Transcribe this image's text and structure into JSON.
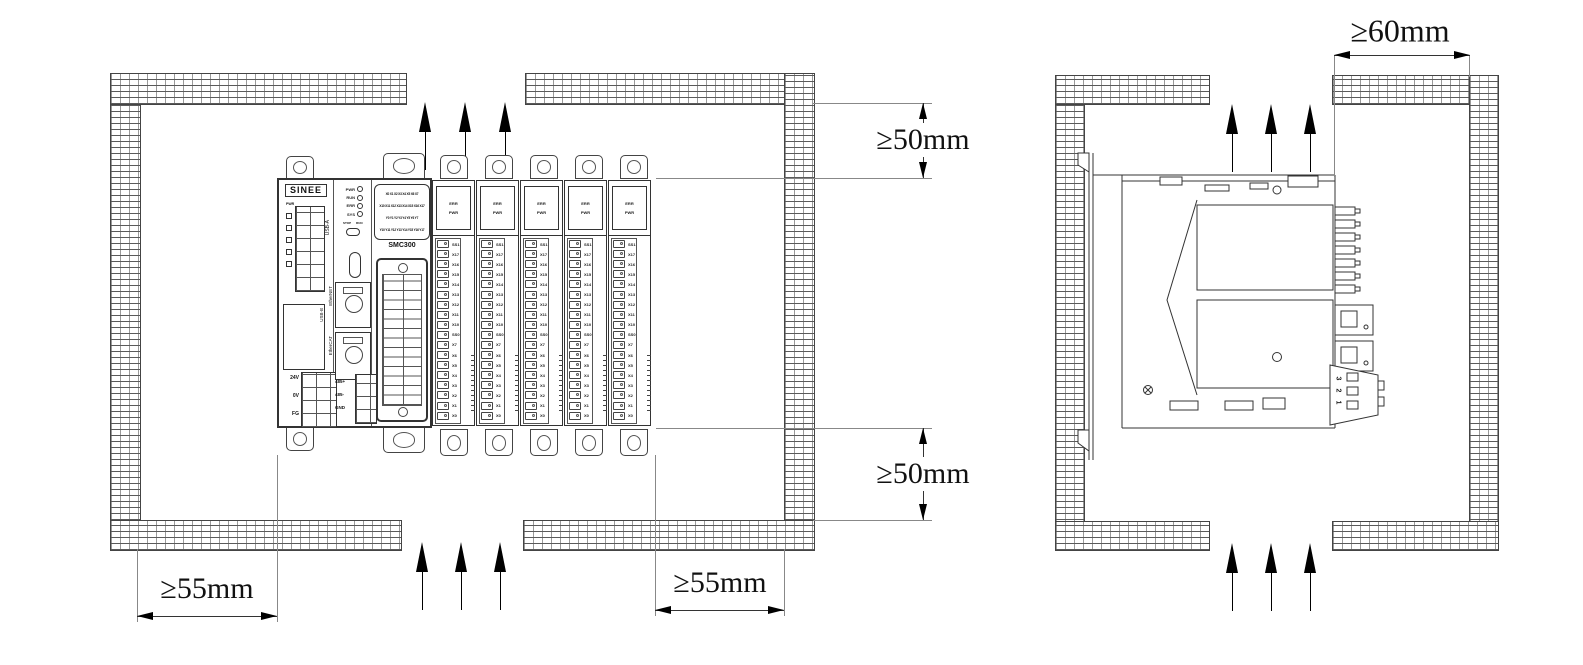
{
  "dimensions": {
    "top_clearance": "≥50mm",
    "bottom_clearance": "≥50mm",
    "left_clearance": "≥55mm",
    "right_clearance": "≥55mm",
    "side_clearance": "≥60mm"
  },
  "device": {
    "brand": "SINEE",
    "model": "SMC300",
    "pwr_indicator": "PWR",
    "status_leds": [
      {
        "label": "PWR"
      },
      {
        "label": "RUN"
      },
      {
        "label": "ERR"
      },
      {
        "label": "SYS"
      }
    ],
    "run_stop_switch": {
      "left": "STOP",
      "right": "RUN"
    },
    "io_indicator_rows": [
      {
        "text": "X0 X1 X2 X3 X4 X5 X6 X7"
      },
      {
        "text": "X10 X11 X12 X13 X14 X15 X16 X17"
      },
      {
        "text": "Y0 Y1 Y2 Y3 Y4 Y5 Y6 Y7"
      },
      {
        "text": "Y10 Y11 Y12 Y13 Y14 Y15 Y16 Y17"
      }
    ],
    "ports": {
      "usb_a": "USB-A",
      "usb_b": "USB-B",
      "ethernet": "EtherNET",
      "ethercat": "EtherCAT"
    },
    "power_terminals": [
      {
        "label": "24V"
      },
      {
        "label": "0V"
      },
      {
        "label": "FG"
      }
    ],
    "comm_terminals": [
      {
        "label": "485+"
      },
      {
        "label": "485-"
      },
      {
        "label": "GND"
      }
    ]
  },
  "io_modules": {
    "units": [
      {
        "err": "ERR",
        "pwr": "PWR"
      },
      {
        "err": "ERR",
        "pwr": "PWR"
      },
      {
        "err": "ERR",
        "pwr": "PWR"
      },
      {
        "err": "ERR",
        "pwr": "PWR"
      },
      {
        "err": "ERR",
        "pwr": "PWR"
      }
    ],
    "terminal_labels": [
      {
        "label": "SS1"
      },
      {
        "label": "X17"
      },
      {
        "label": "X16"
      },
      {
        "label": "X15"
      },
      {
        "label": "X14"
      },
      {
        "label": "X13"
      },
      {
        "label": "X12"
      },
      {
        "label": "X11"
      },
      {
        "label": "X10"
      },
      {
        "label": "SS0"
      },
      {
        "label": "X7"
      },
      {
        "label": "X6"
      },
      {
        "label": "X5"
      },
      {
        "label": "X4"
      },
      {
        "label": "X3"
      },
      {
        "label": "X2"
      },
      {
        "label": "X1"
      },
      {
        "label": "X0"
      }
    ]
  },
  "side_view": {
    "plug_pins": [
      {
        "label": "3"
      },
      {
        "label": "2"
      },
      {
        "label": "1"
      }
    ]
  }
}
